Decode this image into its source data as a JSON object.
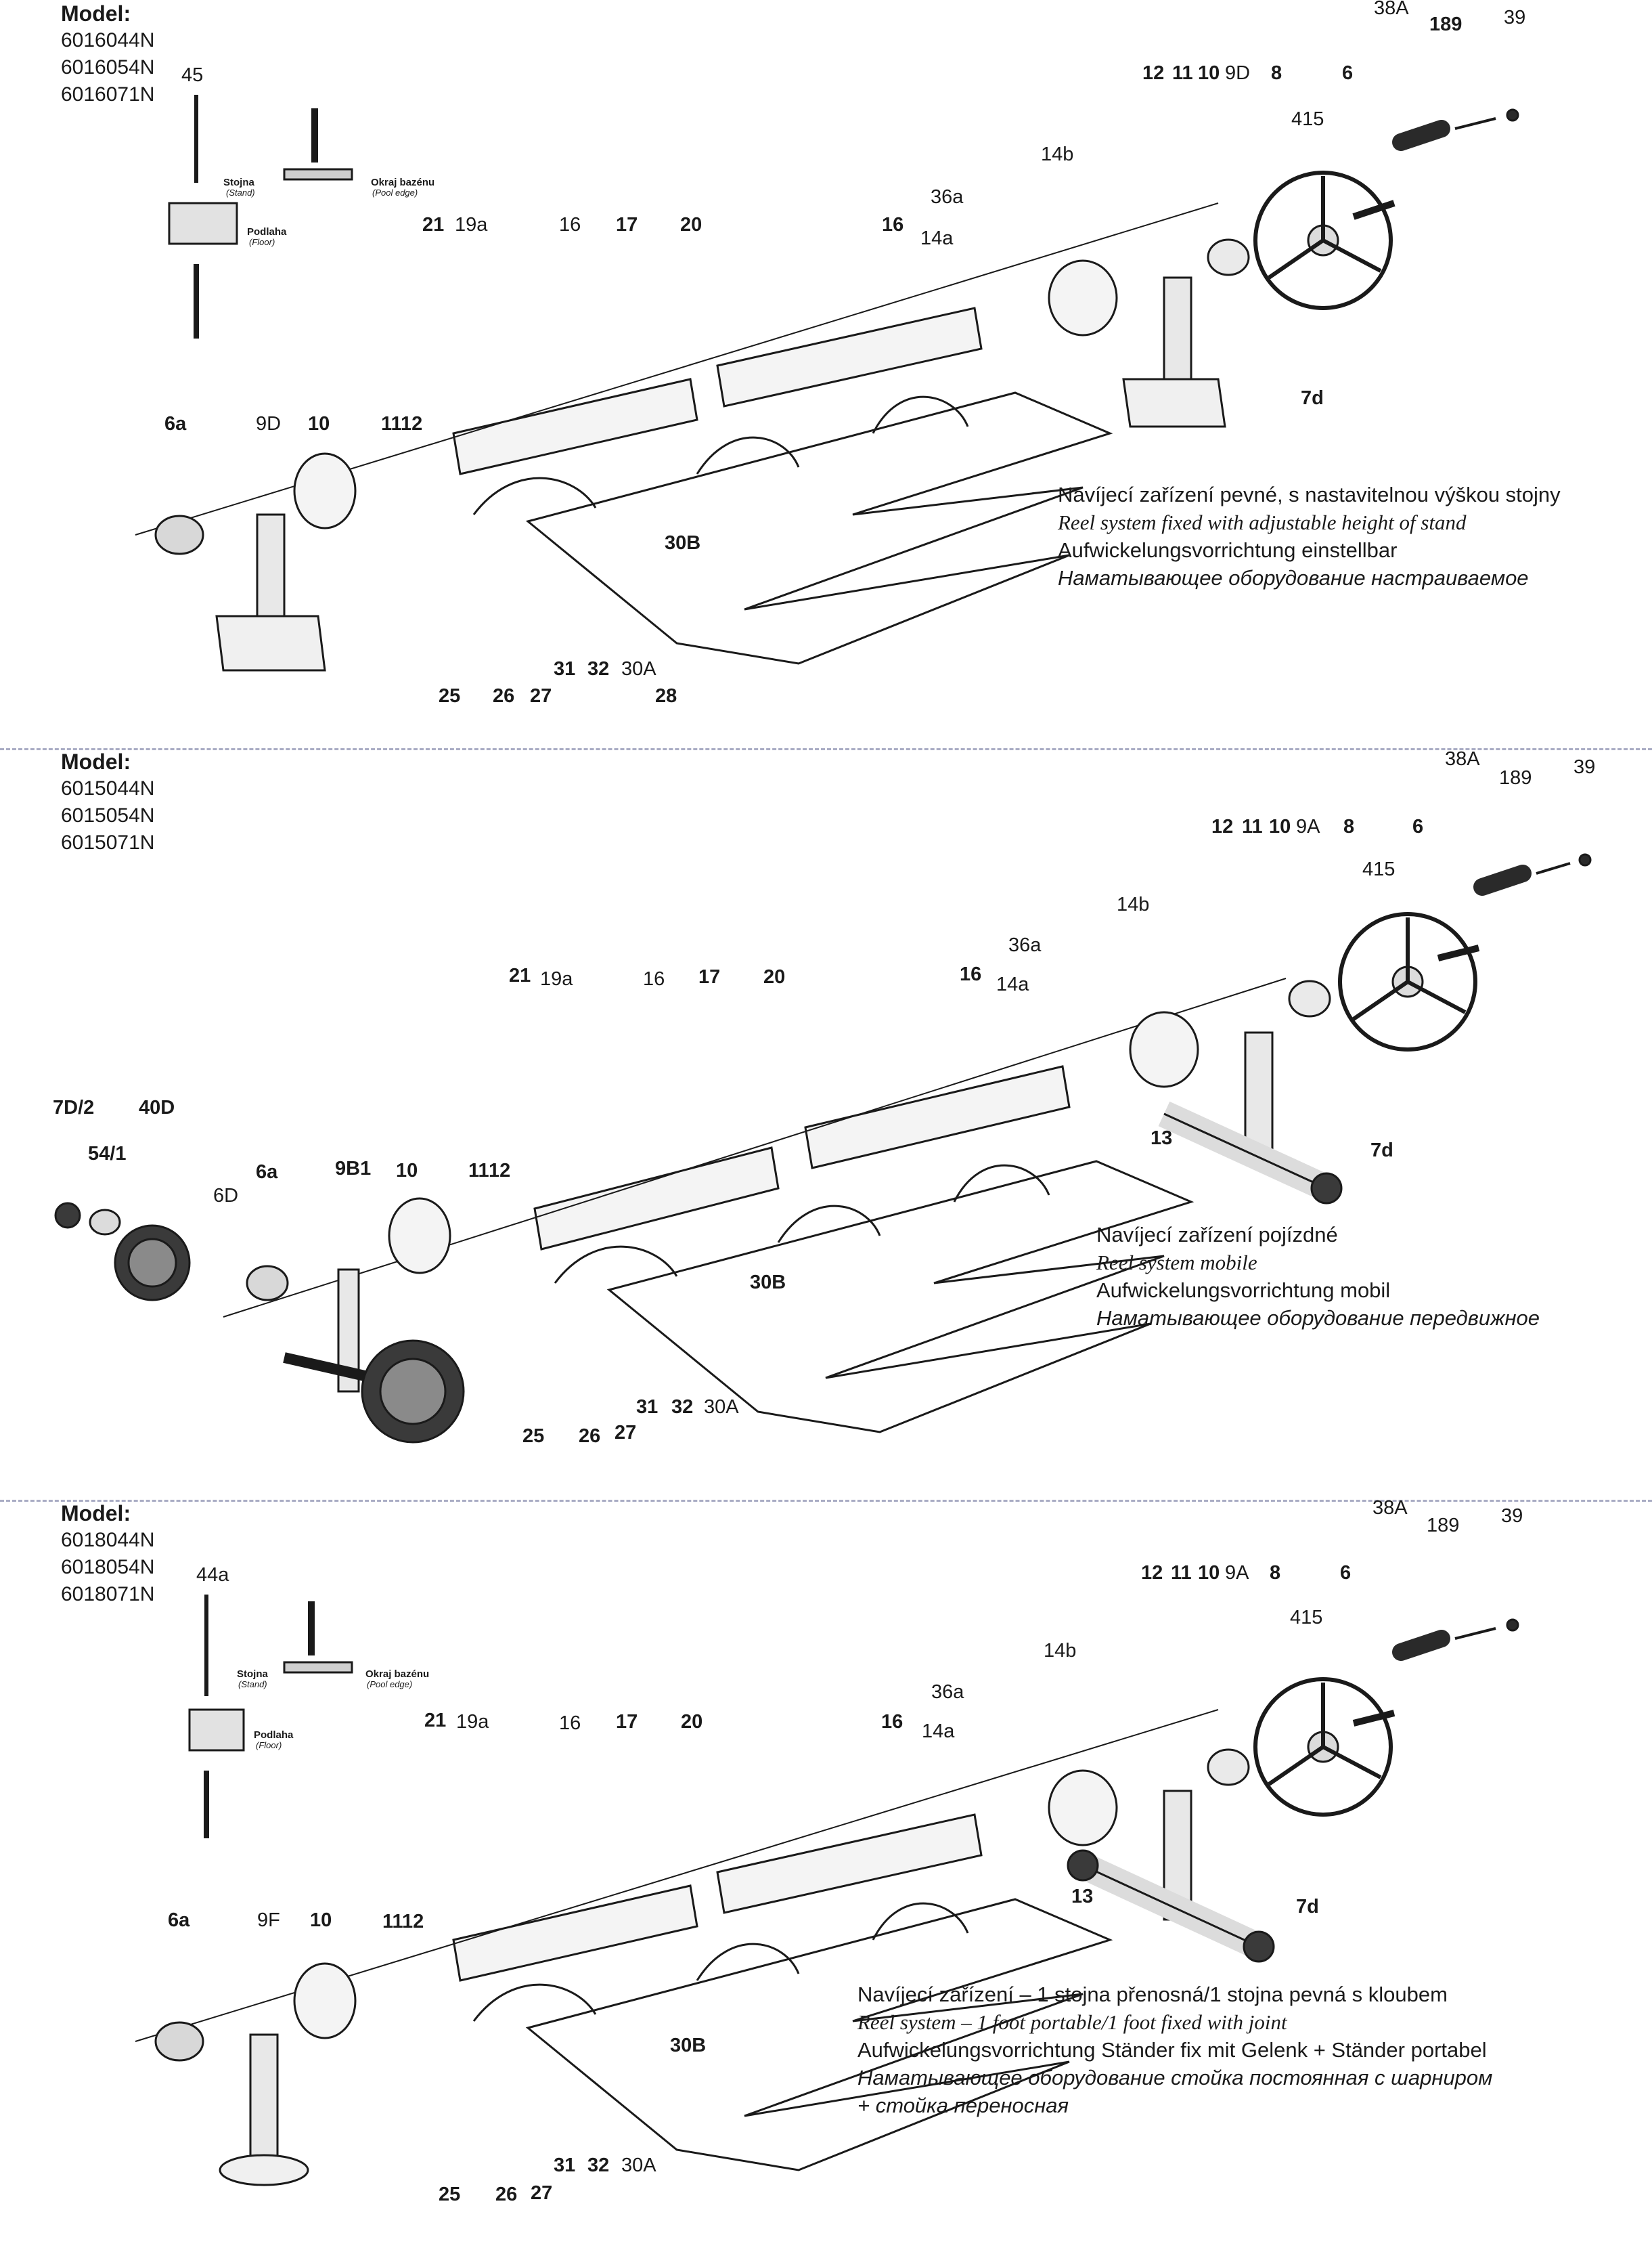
{
  "sections": [
    {
      "model_title": "Model:",
      "model_codes": [
        "6016044N",
        "6016054N",
        "6016071N"
      ],
      "captions": [
        "Navíjecí zařízení pevné, s nastavitelnou výškou stojny",
        "Reel system fixed with adjustable height of stand",
        "Aufwickelungsvorrichtung einstellbar",
        "Наматывающее оборудование настраиваемое"
      ],
      "part_labels": [
        "38A",
        "189",
        "39",
        "12",
        "11",
        "10",
        "9D",
        "8",
        "6",
        "415",
        "14b",
        "36a",
        "14a",
        "16",
        "45",
        "21",
        "19a",
        "16",
        "17",
        "20",
        "6a",
        "9D",
        "10",
        "11",
        "12",
        "7d",
        "30B",
        "25",
        "26",
        "27",
        "31",
        "32",
        "30A",
        "28"
      ],
      "inset_labels": {
        "stand": "Stojna",
        "stand_en": "(Stand)",
        "floor": "Podlaha",
        "floor_en": "(Floor)",
        "pool": "Okraj bazénu",
        "pool_en": "(Pool edge)"
      }
    },
    {
      "model_title": "Model:",
      "model_codes": [
        "6015044N",
        "6015054N",
        "6015071N"
      ],
      "captions": [
        "Navíjecí zařízení pojízdné",
        "Reel system mobile",
        "Aufwickelungsvorrichtung mobil",
        "Наматывающее оборудование передвижное"
      ],
      "part_labels": [
        "38A",
        "189",
        "39",
        "12",
        "11",
        "10",
        "9A",
        "8",
        "6",
        "415",
        "14b",
        "36a",
        "14a",
        "21",
        "19a",
        "16",
        "17",
        "20",
        "16",
        "7D/2",
        "40D",
        "54/1",
        "6D",
        "6a",
        "9B1",
        "10",
        "11",
        "12",
        "13",
        "7d",
        "30B",
        "25",
        "26",
        "27",
        "31",
        "32",
        "30A"
      ]
    },
    {
      "model_title": "Model:",
      "model_codes": [
        "6018044N",
        "6018054N",
        "6018071N"
      ],
      "captions": [
        "Navíjecí zařízení – 1 stojna přenosná/1 stojna pevná s kloubem",
        "Reel system – 1 foot portable/1 foot fixed with joint",
        "Aufwickelungsvorrichtung Ständer fix mit Gelenk + Ständer portabel",
        "Наматывающее оборудование стойка постоянная с шарниром",
        "+ стойка переносная"
      ],
      "part_labels": [
        "38A",
        "189",
        "39",
        "12",
        "11",
        "10",
        "9A",
        "8",
        "6",
        "415",
        "14b",
        "36a",
        "14a",
        "44a",
        "21",
        "19a",
        "16",
        "17",
        "20",
        "16",
        "6a",
        "9F",
        "10",
        "11",
        "12",
        "13",
        "7d",
        "30B",
        "25",
        "26",
        "27",
        "31",
        "32",
        "30A"
      ],
      "inset_labels": {
        "stand": "Stojna",
        "stand_en": "(Stand)",
        "floor": "Podlaha",
        "floor_en": "(Floor)",
        "pool": "Okraj bazénu",
        "pool_en": "(Pool edge)"
      }
    }
  ],
  "colors": {
    "ink": "#1a1a1a",
    "divider": "#a9acc4",
    "grip": "#2a2a2a",
    "wheel": "#3a3a3a",
    "wheel_hub": "#8a8a8a",
    "shade": "#cfcfcf"
  }
}
